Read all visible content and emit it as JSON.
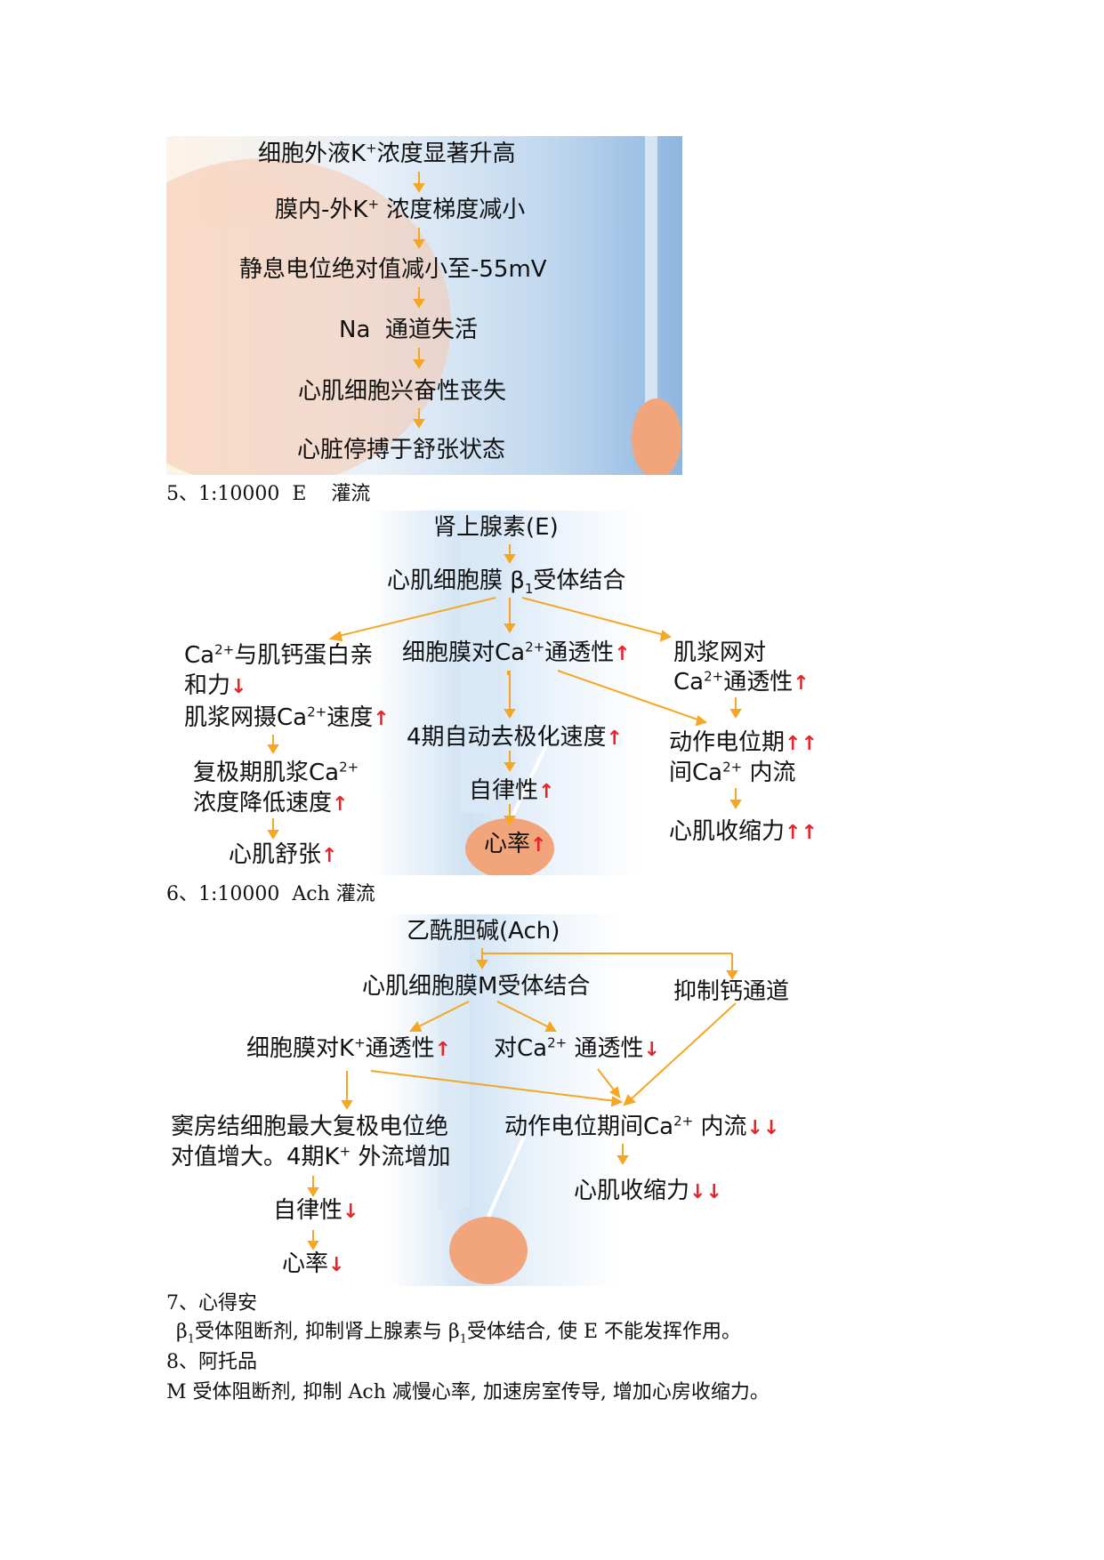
{
  "fig1": {
    "l1a": "细胞外液K",
    "l1sup": "+",
    "l1b": "浓度显著升高",
    "l2a": "膜内-外K",
    "l2sup": "+",
    "l2b": "浓度梯度减小",
    "l3": "静息电位绝对值减小至-55mV",
    "l4": "Na  通道失活",
    "l5": "心肌细胞兴奋性丧失",
    "l6": "心脏停搏于舒张状态"
  },
  "cap5": "5、1:10000  E    灌流",
  "fig2": {
    "top": "肾上腺素(E)",
    "rec_a": "心肌细胞膜 β",
    "rec_sub": "1",
    "rec_b": "受体结合",
    "ca1a": "Ca",
    "ca1sup": "2+",
    "ca1b": "与肌钙蛋白亲",
    "ca1c": "和力",
    "mem_a": "细胞膜对Ca",
    "mem_sup": "2+",
    "mem_b": "通透性",
    "sr_a": "肌浆网对",
    "sr_b": "Ca",
    "sr_sup": "2+",
    "sr_c": "通透性",
    "uptake_a": "肌浆网摄Ca",
    "uptake_sup": "2+",
    "uptake_b": "速度",
    "phase4": "4期自动去极化速度",
    "ap_a": "动作电位期",
    "ap_b": "间Ca",
    "ap_sup": "2+",
    "ap_c": "内流",
    "repol_a": "复极期肌浆Ca",
    "repol_sup": "2+",
    "repol_b": "浓度降低速度",
    "auto": "自律性",
    "contract": "心肌收缩力",
    "relax": "心肌舒张",
    "rate": "心率",
    "up": "↑",
    "down": "↓",
    "up2": "↑↑",
    "down2": "↓↓"
  },
  "cap6": "6、1:10000  Ach 灌流",
  "fig3": {
    "top": "乙酰胆碱(Ach)",
    "rec": "心肌细胞膜M受体结合",
    "inhibit": "抑制钙通道",
    "k_a": "细胞膜对K",
    "k_sup": "+",
    "k_b": "通透性",
    "ca_a": "对Ca",
    "ca_sup": "2+",
    "ca_b": "通透性",
    "sa_a": "窦房结细胞最大复极电位绝",
    "sa_b": "对值增大。4期K",
    "sa_sup": "+",
    "sa_c": "外流增加",
    "ap_a": "动作电位期间Ca",
    "ap_sup": "2+",
    "ap_b": "内流",
    "contract": "心肌收缩力",
    "auto": "自律性",
    "rate": "心率"
  },
  "sec7": {
    "title": "7、心得安",
    "pre": "β",
    "sub1": "1",
    "mid": "受体阻断剂, 抑制肾上腺素与 β",
    "sub2": "1",
    "post": "受体结合, 使 E 不能发挥作用。"
  },
  "sec8": {
    "title": "8、阿托品",
    "body": "M 受体阻断剂, 抑制 Ach 减慢心率, 加速房室传导, 增加心房收缩力。"
  }
}
